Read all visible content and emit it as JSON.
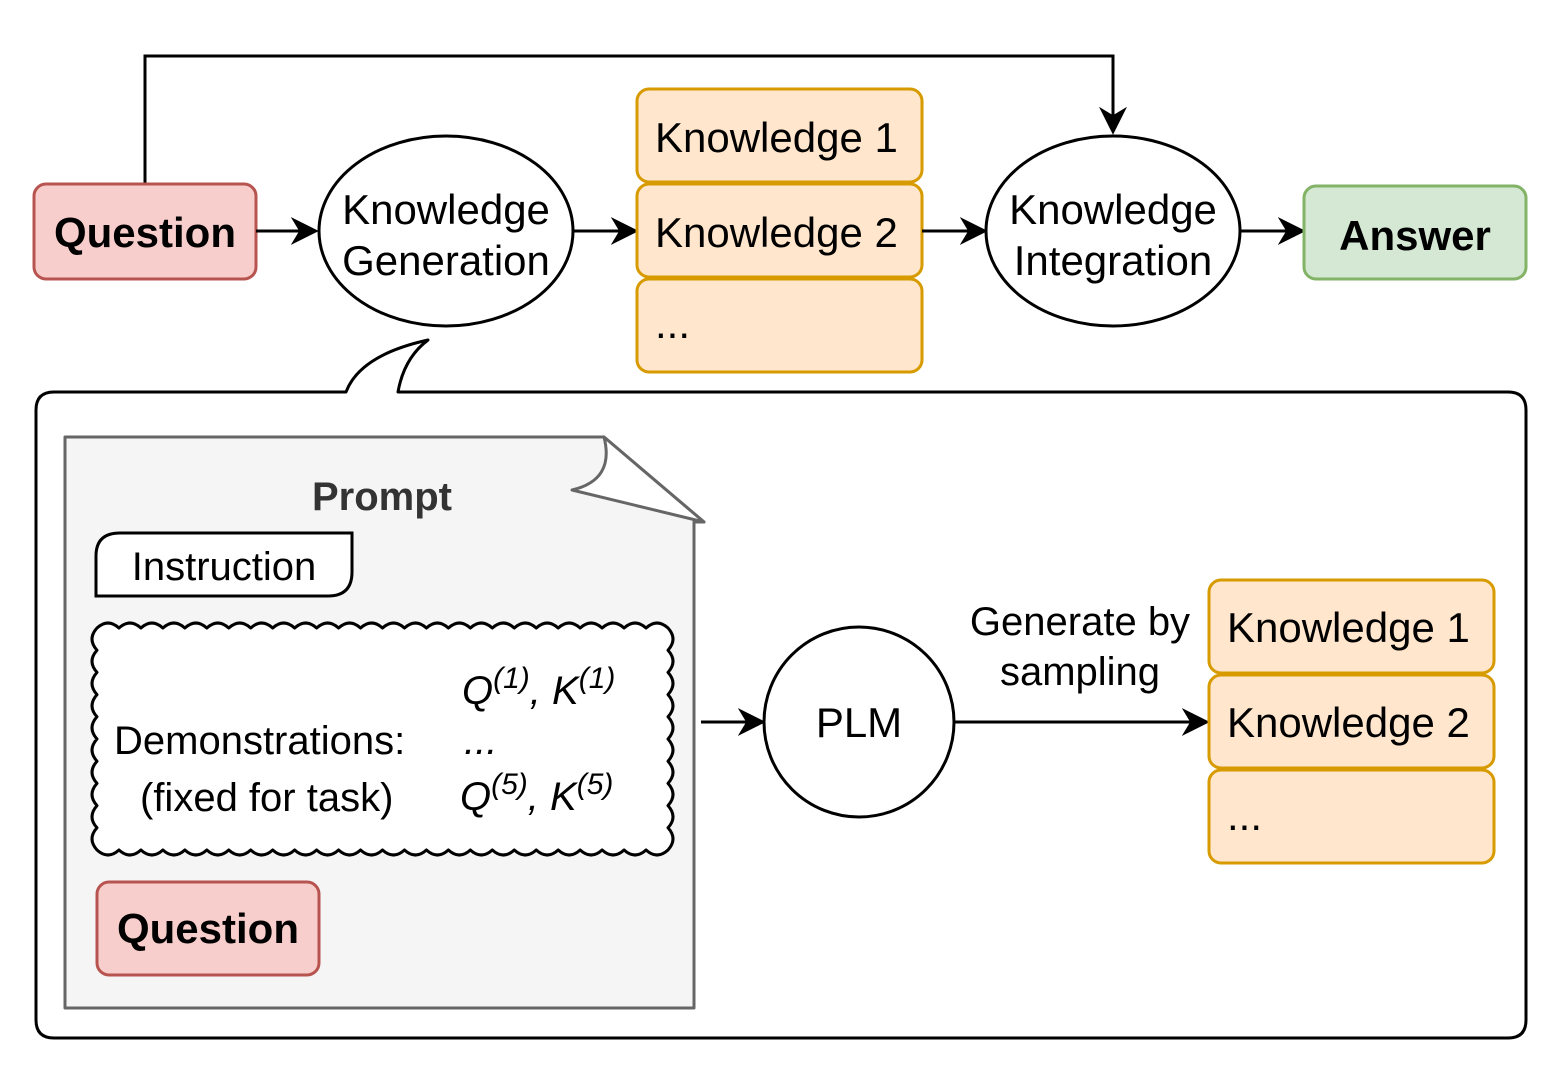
{
  "top": {
    "question": "Question",
    "knowledge_generation": [
      "Knowledge",
      "Generation"
    ],
    "knowledge_items": [
      "Knowledge 1",
      "Knowledge 2",
      "..."
    ],
    "knowledge_integration": [
      "Knowledge",
      "Integration"
    ],
    "answer": "Answer"
  },
  "detail": {
    "prompt_title": "Prompt",
    "instruction": "Instruction",
    "demonstrations_label": "Demonstrations:",
    "demonstrations_note": "(fixed for task)",
    "demo_first": {
      "q": "Q",
      "q_sup": "(1)",
      "sep": ", ",
      "k": "K",
      "k_sup": "(1)"
    },
    "demo_ellipsis": "...",
    "demo_last": {
      "q": "Q",
      "q_sup": "(5)",
      "sep": ", ",
      "k": "K",
      "k_sup": "(5)"
    },
    "question": "Question",
    "plm": "PLM",
    "edge_label": [
      "Generate by",
      "sampling"
    ],
    "knowledge_items": [
      "Knowledge 1",
      "Knowledge 2",
      "..."
    ]
  },
  "colors": {
    "question_fill": "#f8cecc",
    "question_stroke": "#b85450",
    "knowledge_fill": "#ffe6cc",
    "knowledge_stroke": "#d79b00",
    "answer_fill": "#d5e8d4",
    "answer_stroke": "#82b366",
    "prompt_fill": "#f5f5f5",
    "prompt_stroke": "#666666"
  }
}
